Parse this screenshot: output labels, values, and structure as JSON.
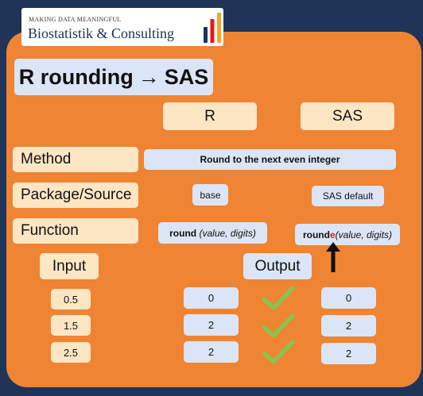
{
  "logo": {
    "tagline": "MAKING DATA MEANINGFUL",
    "brand": "Biostatistik & Consulting",
    "bar_colors": [
      "#1f3457",
      "#e11b22",
      "#f5a623"
    ]
  },
  "title": {
    "left": "R rounding",
    "arrow": "→",
    "right": "SAS"
  },
  "columns": {
    "r": "R",
    "sas": "SAS"
  },
  "rows": {
    "method": {
      "label": "Method",
      "value": "Round to the next even integer"
    },
    "package": {
      "label": "Package/Source",
      "r": "base",
      "sas": "SAS default"
    },
    "function": {
      "label": "Function",
      "r_name": "round",
      "r_args": "(value, digits)",
      "sas_name_a": "round",
      "sas_name_b": "e",
      "sas_args": "(value, digits)"
    }
  },
  "table": {
    "input_header": "Input",
    "output_header": "Output",
    "rows": [
      {
        "input": "0.5",
        "r": "0",
        "sas": "0"
      },
      {
        "input": "1.5",
        "r": "2",
        "sas": "2"
      },
      {
        "input": "2.5",
        "r": "2",
        "sas": "2"
      }
    ]
  },
  "colors": {
    "background": "#1f3457",
    "panel": "#ef8433",
    "cream": "#fde6c4",
    "light_blue": "#dce5f5",
    "check": "#8bc34a",
    "highlight": "#e11b22"
  },
  "icons": {
    "match": "check-icon",
    "pointer": "up-arrow-icon"
  }
}
